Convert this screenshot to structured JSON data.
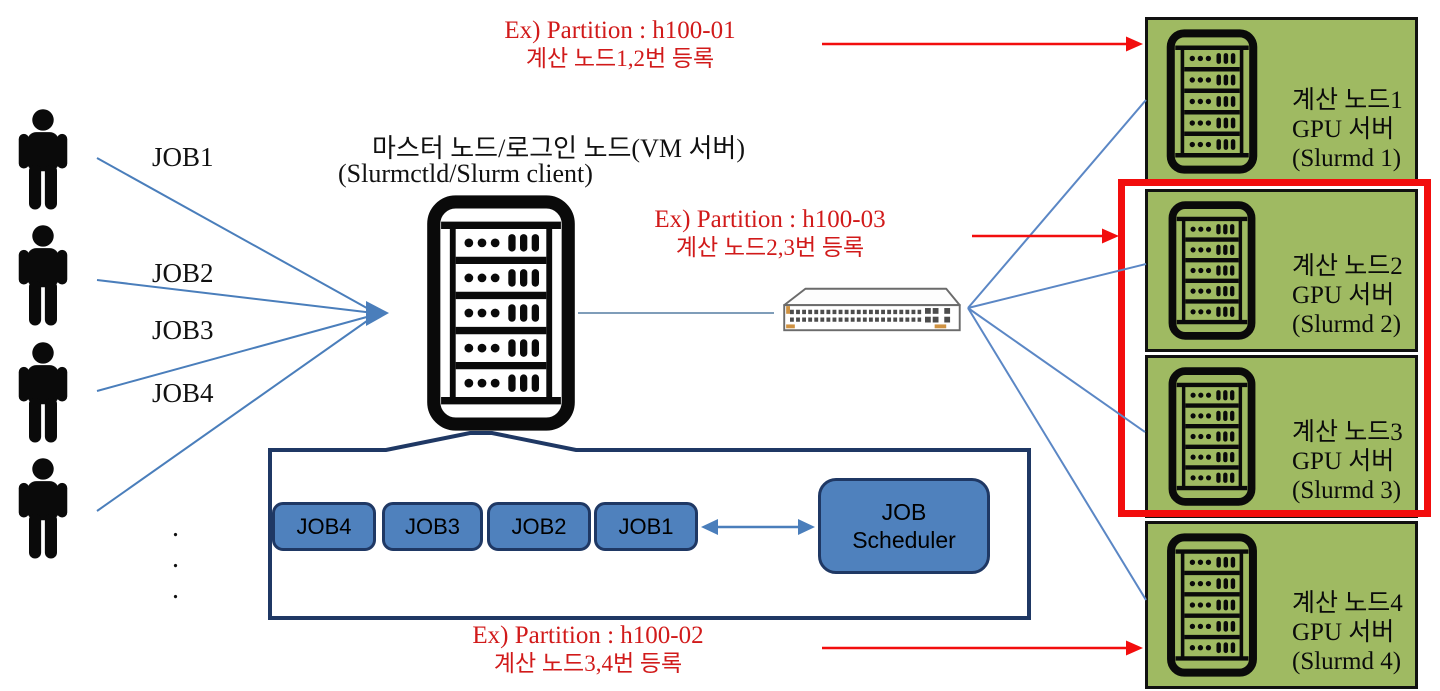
{
  "users": {
    "jobs": [
      "JOB1",
      "JOB2",
      "JOB3",
      "JOB4"
    ],
    "ellipsis": ".\n.\n.",
    "icon": "person-silhouette-icon"
  },
  "master": {
    "title": "마스터 노드/로그인 노드(VM 서버)",
    "subtitle": "(Slurmctld/Slurm client)",
    "icon": "server-rack-icon"
  },
  "partitions": {
    "top": {
      "line1": "Ex) Partition : h100-01",
      "line2": "계산 노드1,2번 등록"
    },
    "middle": {
      "line1": "Ex) Partition : h100-03",
      "line2": "계산 노드2,3번 등록"
    },
    "bottom": {
      "line1": "Ex) Partition : h100-02",
      "line2": "계산 노드3,4번 등록"
    }
  },
  "queue": {
    "items": [
      "JOB4",
      "JOB3",
      "JOB2",
      "JOB1"
    ],
    "scheduler": "JOB\nScheduler"
  },
  "network": {
    "icon": "network-switch-icon"
  },
  "nodes": [
    {
      "name": "계산 노드1",
      "type": "GPU 서버",
      "daemon": "(Slurmd 1)",
      "icon": "server-rack-icon"
    },
    {
      "name": "계산 노드2",
      "type": "GPU 서버",
      "daemon": "(Slurmd 2)",
      "icon": "server-rack-icon"
    },
    {
      "name": "계산 노드3",
      "type": "GPU 서버",
      "daemon": "(Slurmd 3)",
      "icon": "server-rack-icon"
    },
    {
      "name": "계산 노드4",
      "type": "GPU 서버",
      "daemon": "(Slurmd 4)",
      "icon": "server-rack-icon"
    }
  ],
  "colors": {
    "node_green": "#9fba62",
    "accent_blue": "#4f81bd",
    "navy_border": "#1f3864",
    "connector_blue": "#4a7ebb",
    "red_annotation": "#d11a1a",
    "red_shape": "#f20d0d"
  }
}
